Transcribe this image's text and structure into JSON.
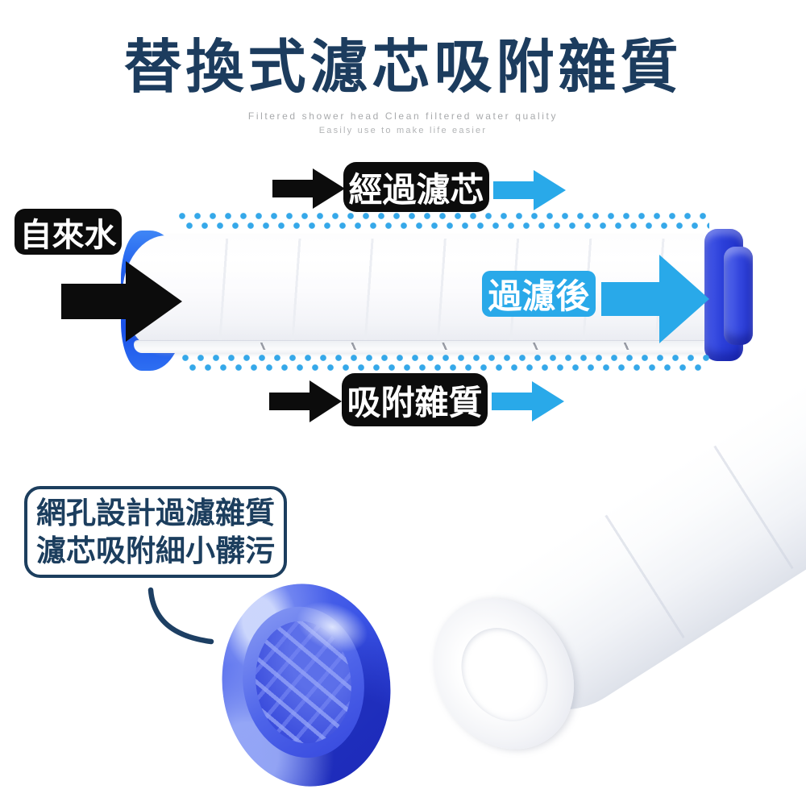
{
  "page": {
    "title": "替換式濾芯吸附雜質",
    "subtitle_line1": "Filtered shower head Clean filtered water quality",
    "subtitle_line2": "Easily use to make life easier"
  },
  "diagram": {
    "labels": {
      "tap_water": "自來水",
      "through_filter": "經過濾芯",
      "after_filter": "過濾後",
      "adsorb_impurities": "吸附雜質"
    }
  },
  "callout": {
    "line1": "網孔設計過濾雜質",
    "line2": "濾芯吸附細小髒污"
  },
  "colors": {
    "title_navy": "#1c3c5e",
    "label_black": "#0c0c0c",
    "flow_cyan": "#29a9e9",
    "dot_cyan": "#35a8e9",
    "cap_right_royal_blue": "#2e40da",
    "cap_left_blue": "#2066f0",
    "callout_border_navy": "#1c3e5e"
  }
}
